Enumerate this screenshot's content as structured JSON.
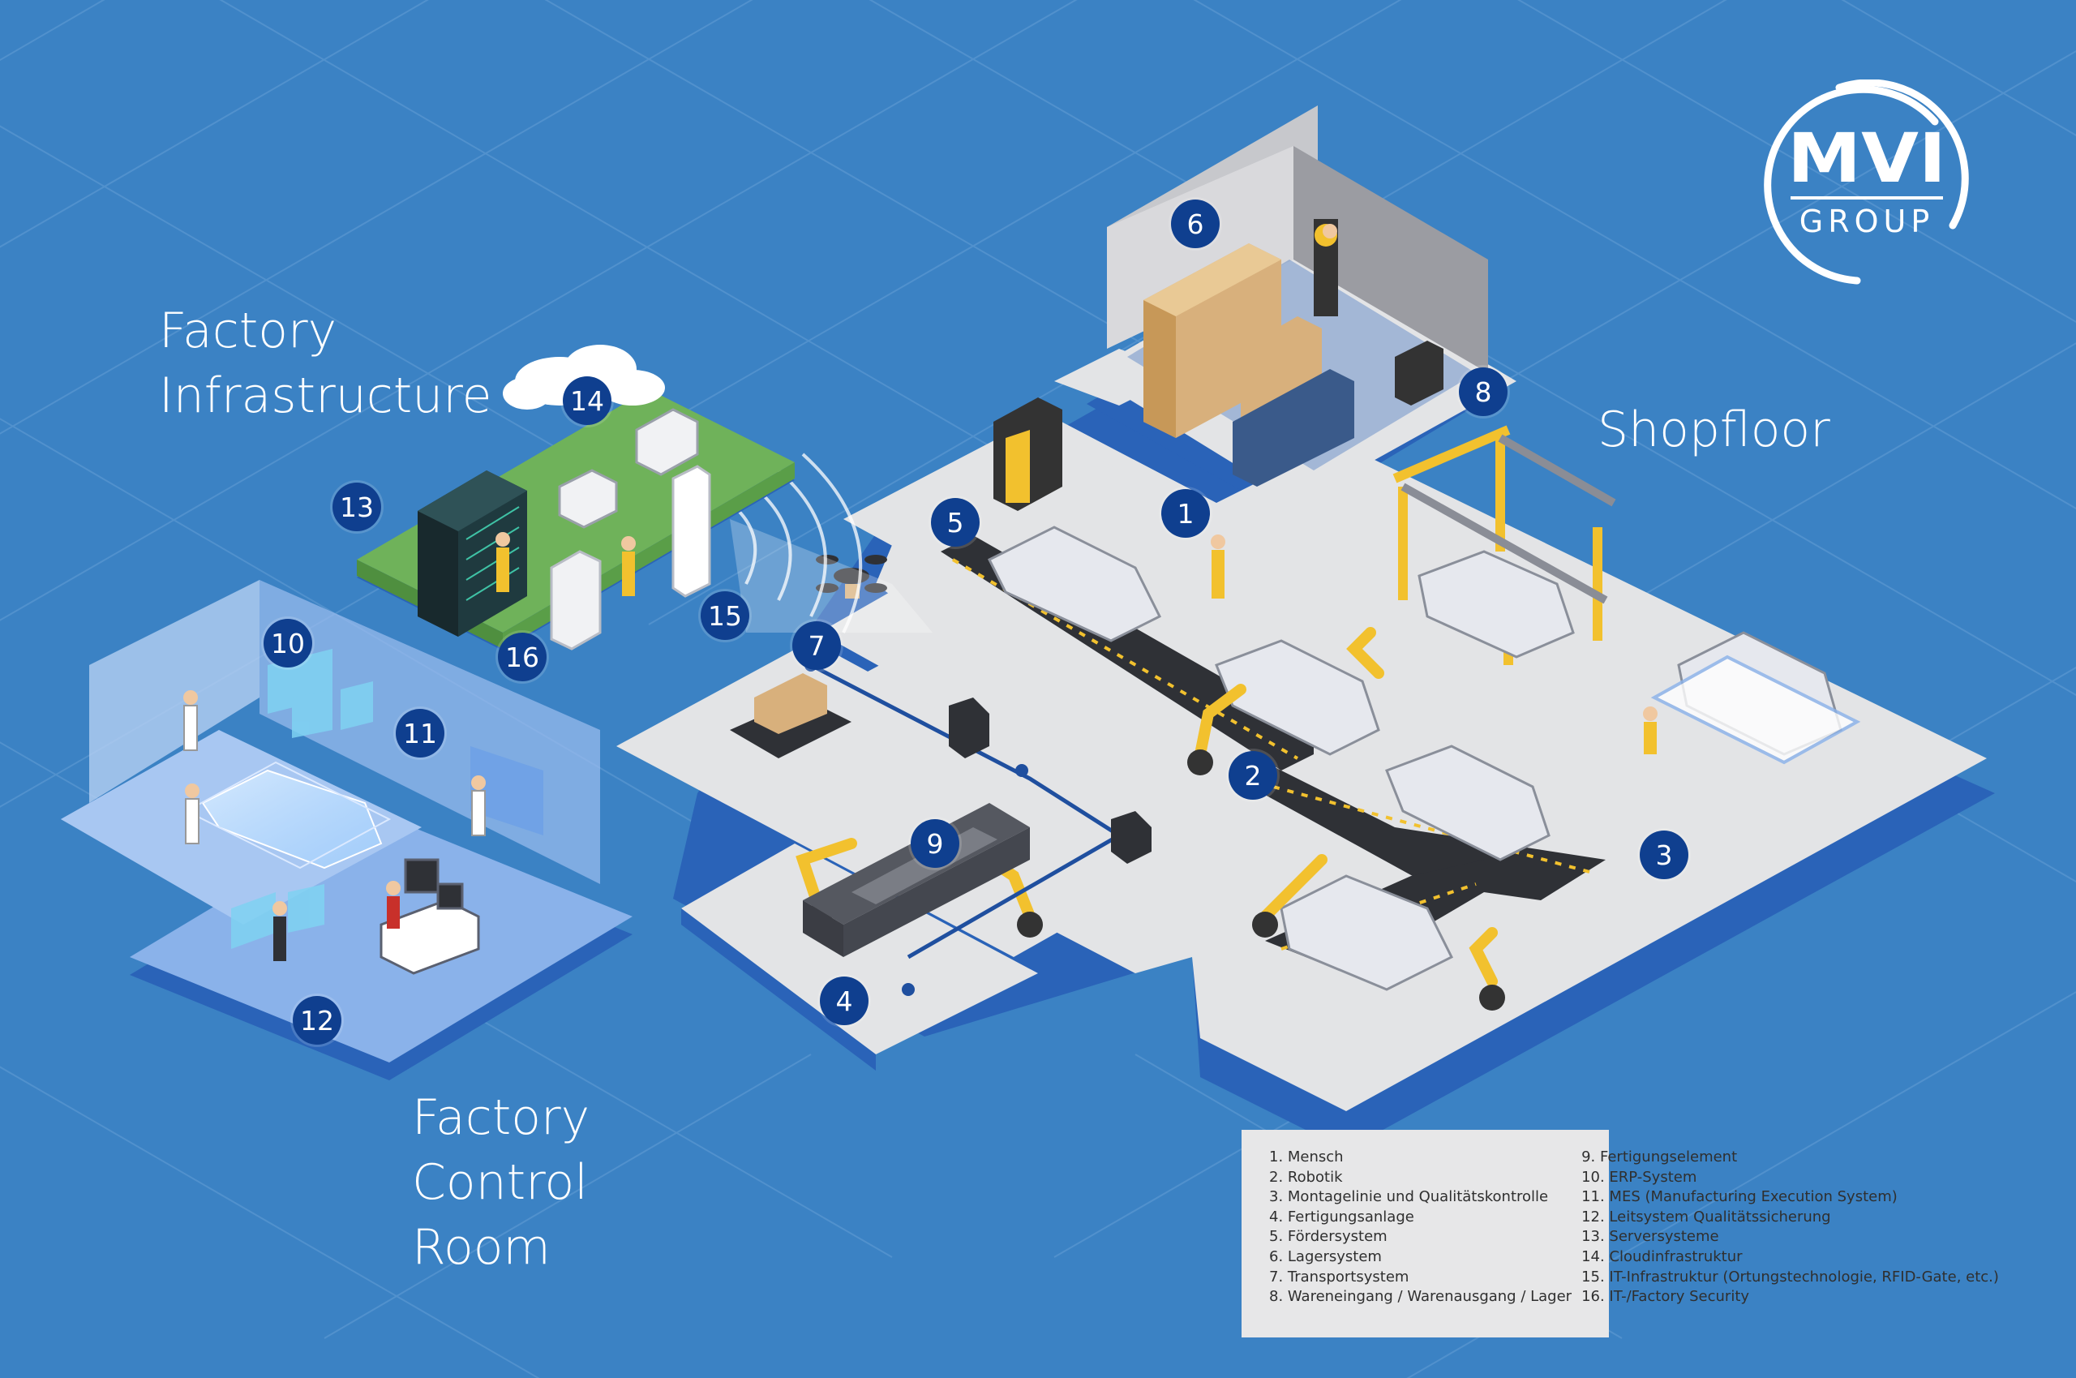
{
  "zones": {
    "infrastructure": [
      "Factory",
      "Infrastructure"
    ],
    "shopfloor": [
      "Shopfloor"
    ],
    "control_room": [
      "Factory",
      "Control",
      "Room"
    ]
  },
  "markers": [
    "1",
    "2",
    "3",
    "4",
    "5",
    "6",
    "7",
    "8",
    "9",
    "10",
    "11",
    "12",
    "13",
    "14",
    "15",
    "16"
  ],
  "legend": {
    "left": [
      "1. Mensch",
      "2. Robotik",
      "3. Montagelinie und Qualitätskontrolle",
      "4. Fertigungsanlage",
      "5. Fördersystem",
      "6. Lagersystem",
      "7. Transportsystem",
      "8. Wareneingang / Warenausgang / Lager"
    ],
    "right": [
      "9. Fertigungselement",
      "10. ERP-System",
      "11. MES (Manufacturing Execution System)",
      "12. Leitsystem Qualitätssicherung",
      "13. Serversysteme",
      "14. Cloudinfrastruktur",
      "15. IT-Infrastruktur (Ortungstechnologie, RFID-Gate, etc.)",
      "16. IT-/Factory Security"
    ]
  },
  "logo": {
    "top": "MVI",
    "bottom": "GROUP"
  },
  "colors": {
    "background": "#3b82c4",
    "floor": "#e3e4e6",
    "marker": "#0f3f8f",
    "green_platform": "#6fb25a",
    "control_platform": "#8ab2ea",
    "accent_yellow": "#f2c12e"
  }
}
